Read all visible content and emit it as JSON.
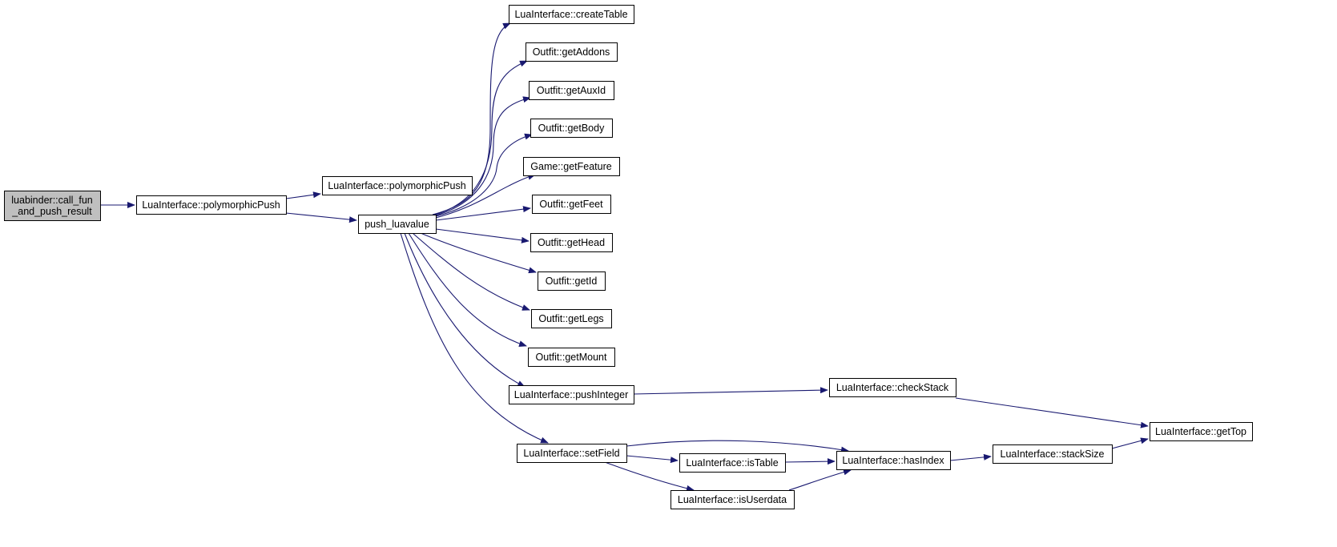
{
  "colors": {
    "edge": "#191970",
    "node_fill": "#ffffff",
    "root_fill": "#bfbfbf",
    "node_border": "#000000"
  },
  "nodes": [
    {
      "id": "root",
      "name": "node-luabinder-call-fun",
      "lines": [
        "luabinder::call_fun",
        "_and_push_result"
      ],
      "root": true
    },
    {
      "id": "polyPush1",
      "name": "node-polymorphicpush-1",
      "lines": [
        "LuaInterface::polymorphicPush"
      ]
    },
    {
      "id": "polyPush2",
      "name": "node-polymorphicpush-2",
      "lines": [
        "LuaInterface::polymorphicPush"
      ]
    },
    {
      "id": "pushLuaValue",
      "name": "node-push-luavalue",
      "lines": [
        "push_luavalue"
      ]
    },
    {
      "id": "createTable",
      "name": "node-createtable",
      "lines": [
        "LuaInterface::createTable"
      ]
    },
    {
      "id": "getAddons",
      "name": "node-outfit-getaddons",
      "lines": [
        "Outfit::getAddons"
      ]
    },
    {
      "id": "getAuxId",
      "name": "node-outfit-getauxid",
      "lines": [
        "Outfit::getAuxId"
      ]
    },
    {
      "id": "getBody",
      "name": "node-outfit-getbody",
      "lines": [
        "Outfit::getBody"
      ]
    },
    {
      "id": "getFeature",
      "name": "node-game-getfeature",
      "lines": [
        "Game::getFeature"
      ]
    },
    {
      "id": "getFeet",
      "name": "node-outfit-getfeet",
      "lines": [
        "Outfit::getFeet"
      ]
    },
    {
      "id": "getHead",
      "name": "node-outfit-gethead",
      "lines": [
        "Outfit::getHead"
      ]
    },
    {
      "id": "getId",
      "name": "node-outfit-getid",
      "lines": [
        "Outfit::getId"
      ]
    },
    {
      "id": "getLegs",
      "name": "node-outfit-getlegs",
      "lines": [
        "Outfit::getLegs"
      ]
    },
    {
      "id": "getMount",
      "name": "node-outfit-getmount",
      "lines": [
        "Outfit::getMount"
      ]
    },
    {
      "id": "pushInteger",
      "name": "node-pushinteger",
      "lines": [
        "LuaInterface::pushInteger"
      ]
    },
    {
      "id": "setField",
      "name": "node-setfield",
      "lines": [
        "LuaInterface::setField"
      ]
    },
    {
      "id": "checkStack",
      "name": "node-checkstack",
      "lines": [
        "LuaInterface::checkStack"
      ]
    },
    {
      "id": "isTable",
      "name": "node-istable",
      "lines": [
        "LuaInterface::isTable"
      ]
    },
    {
      "id": "isUserdata",
      "name": "node-isuserdata",
      "lines": [
        "LuaInterface::isUserdata"
      ]
    },
    {
      "id": "hasIndex",
      "name": "node-hasindex",
      "lines": [
        "LuaInterface::hasIndex"
      ]
    },
    {
      "id": "stackSize",
      "name": "node-stacksize",
      "lines": [
        "LuaInterface::stackSize"
      ]
    },
    {
      "id": "getTop",
      "name": "node-gettop",
      "lines": [
        "LuaInterface::getTop"
      ]
    }
  ],
  "edges": [
    {
      "from": "root",
      "to": "polyPush1"
    },
    {
      "from": "polyPush1",
      "to": "polyPush2"
    },
    {
      "from": "polyPush1",
      "to": "pushLuaValue"
    },
    {
      "from": "pushLuaValue",
      "to": "createTable"
    },
    {
      "from": "pushLuaValue",
      "to": "getAddons"
    },
    {
      "from": "pushLuaValue",
      "to": "getAuxId"
    },
    {
      "from": "pushLuaValue",
      "to": "getBody"
    },
    {
      "from": "pushLuaValue",
      "to": "getFeature"
    },
    {
      "from": "pushLuaValue",
      "to": "getFeet"
    },
    {
      "from": "pushLuaValue",
      "to": "getHead"
    },
    {
      "from": "pushLuaValue",
      "to": "getId"
    },
    {
      "from": "pushLuaValue",
      "to": "getLegs"
    },
    {
      "from": "pushLuaValue",
      "to": "getMount"
    },
    {
      "from": "pushLuaValue",
      "to": "pushInteger"
    },
    {
      "from": "pushLuaValue",
      "to": "setField"
    },
    {
      "from": "pushInteger",
      "to": "checkStack"
    },
    {
      "from": "checkStack",
      "to": "getTop"
    },
    {
      "from": "setField",
      "to": "hasIndex"
    },
    {
      "from": "setField",
      "to": "isTable"
    },
    {
      "from": "setField",
      "to": "isUserdata"
    },
    {
      "from": "isTable",
      "to": "hasIndex"
    },
    {
      "from": "isUserdata",
      "to": "hasIndex"
    },
    {
      "from": "hasIndex",
      "to": "stackSize"
    },
    {
      "from": "stackSize",
      "to": "getTop"
    }
  ]
}
